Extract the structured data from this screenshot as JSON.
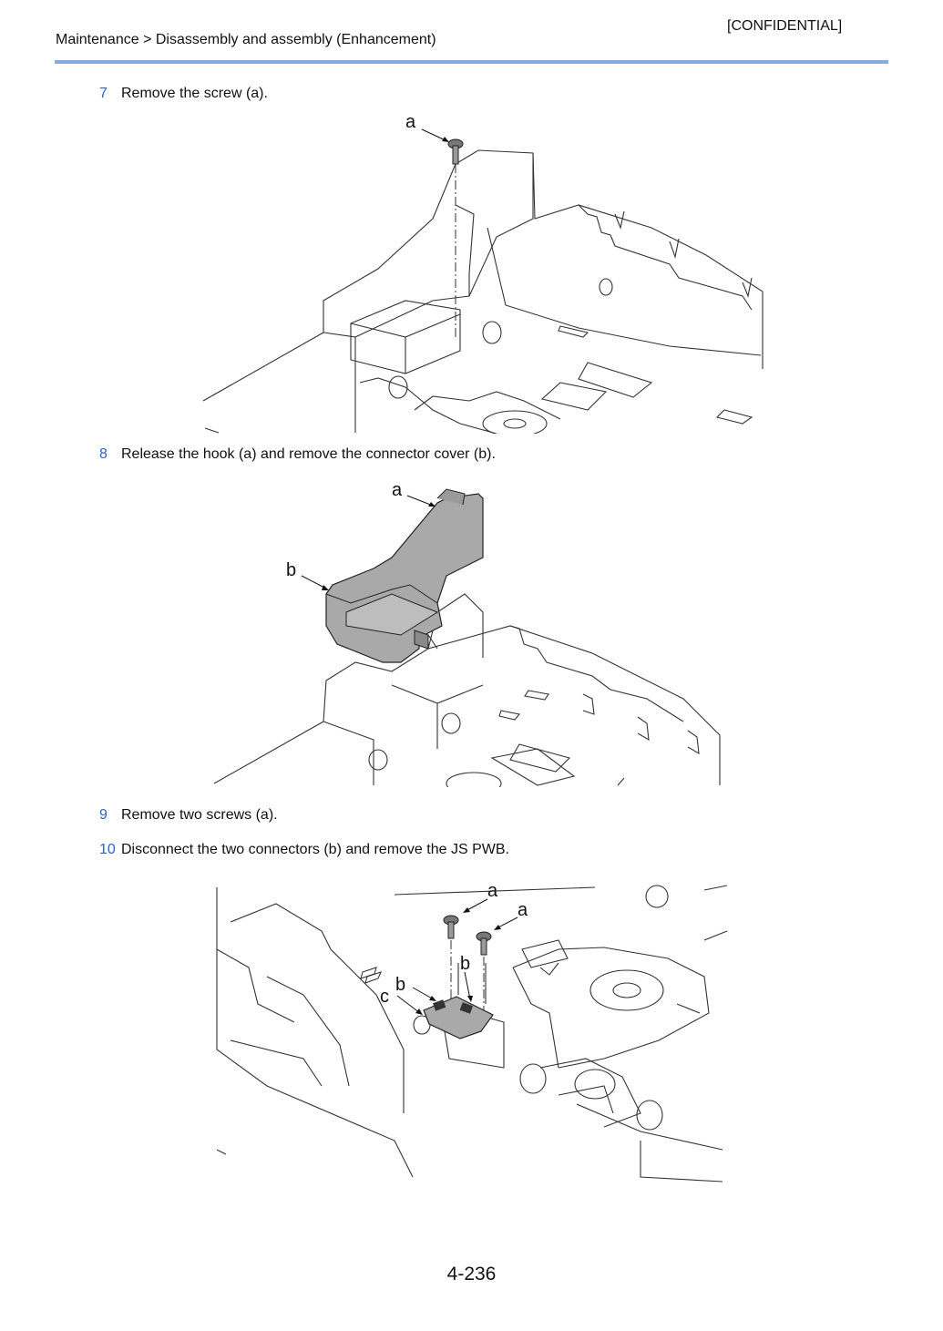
{
  "header": {
    "breadcrumb": "Maintenance > Disassembly and assembly (Enhancement)",
    "confidential": "[CONFIDENTIAL]"
  },
  "steps": [
    {
      "num": "7",
      "text": "Remove the screw (a)."
    },
    {
      "num": "8",
      "text": "Release the hook (a) and remove the connector cover (b)."
    },
    {
      "num": "9",
      "text": "Remove two screws (a)."
    },
    {
      "num": "10",
      "text": "Disconnect the two connectors (b) and remove the JS PWB."
    }
  ],
  "figures": {
    "fig1": {
      "callouts": [
        "a"
      ]
    },
    "fig2": {
      "callouts": [
        "a",
        "b"
      ]
    },
    "fig3": {
      "callouts": [
        "a",
        "a",
        "b",
        "b",
        "c"
      ]
    }
  },
  "footer": {
    "page_number": "4-236"
  },
  "colors": {
    "accent_rule": "#8aa9e3",
    "step_number": "#2a62c9",
    "highlight_part": "#a9a9a9"
  }
}
